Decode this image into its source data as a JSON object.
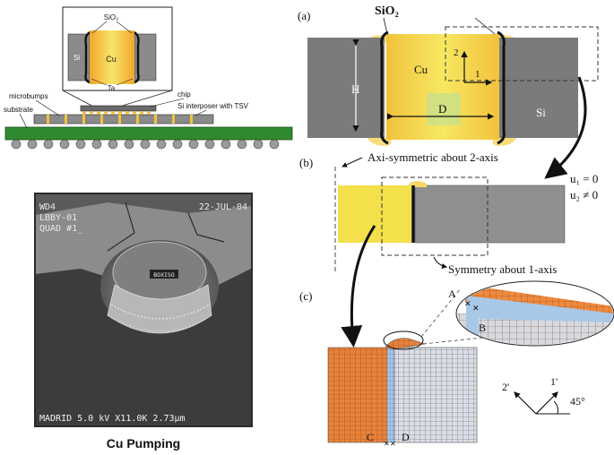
{
  "tsv_schematic": {
    "inset_labels": {
      "sio2": "SiO₂",
      "si": "Si",
      "cu": "Cu",
      "ta": "Ta"
    },
    "callouts": {
      "microbumps": "microbumps",
      "chip": "chip",
      "substrate": "substrate",
      "interposer": "Si interposer with TSV"
    }
  },
  "sem": {
    "overlay_top_left": [
      "WD4",
      "LBBY-01",
      "QUAD #1_"
    ],
    "overlay_date": "22-JUL-04",
    "overlay_tag": "BOXISO",
    "overlay_bottom": "MADRID 5.0 kV  X11.0K 2.73μm",
    "caption": "Cu Pumping"
  },
  "panel_a": {
    "label": "(a)",
    "sio2": "SiO₂",
    "cu": "Cu",
    "si": "Si",
    "h": "H",
    "d": "D",
    "axis_2": "2",
    "axis_1": "1"
  },
  "panel_b": {
    "label": "(b)",
    "axi_note": "Axi-symmetric about 2-axis",
    "bc_u1": "u₁ = 0",
    "bc_u2": "u₂ ≠ 0",
    "sym_note": "Symmetry about 1-axis"
  },
  "panel_c": {
    "label": "(c)",
    "point_a": "A",
    "point_b": "B",
    "point_c": "C",
    "point_d": "D",
    "axis_2p": "2'",
    "axis_1p": "1'",
    "angle": "45°"
  },
  "colors": {
    "copper_yellow": "#f3e04a",
    "copper_orange": "#f6b23a",
    "silicon_gray": "#7b7b7b",
    "mesh_orange": "#e8823a",
    "mesh_blue": "#a8c8e8",
    "substrate_green": "#2f8a2f",
    "liner_black": "#111111"
  }
}
